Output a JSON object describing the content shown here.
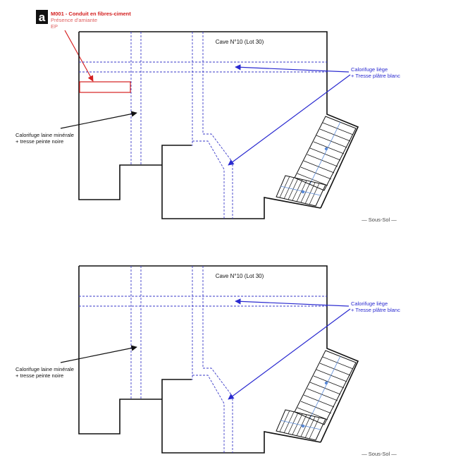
{
  "marker": {
    "badge_letter": "a",
    "code": "M001 - Conduit en fibres-ciment",
    "presence": "Présence d'amiante",
    "location": "EP"
  },
  "plans": [
    {
      "room_label": "Cave N°10 (Lot 30)",
      "cork_label_line1": "Calorifuge liège",
      "cork_label_line2": "+ Tresse plâtre blanc",
      "wool_label_line1": "Calorifuge laine minérale",
      "wool_label_line2": "+ tresse peinte noire",
      "level_label": "— Sous-Sol —"
    },
    {
      "room_label": "Cave N°10 (Lot 30)",
      "cork_label_line1": "Calorifuge liège",
      "cork_label_line2": "+ Tresse plâtre blanc",
      "wool_label_line1": "Calorifuge laine minérale",
      "wool_label_line2": "+ tresse peinte noire",
      "level_label": "— Sous-Sol —"
    }
  ],
  "colors": {
    "wall": "#111111",
    "pipe": "#3a3ac8",
    "annotation_blue": "#2a2ad0",
    "marker_red": "#d42020",
    "marker_red_light": "#e06060",
    "stair_dot": "#5a8ad8"
  }
}
